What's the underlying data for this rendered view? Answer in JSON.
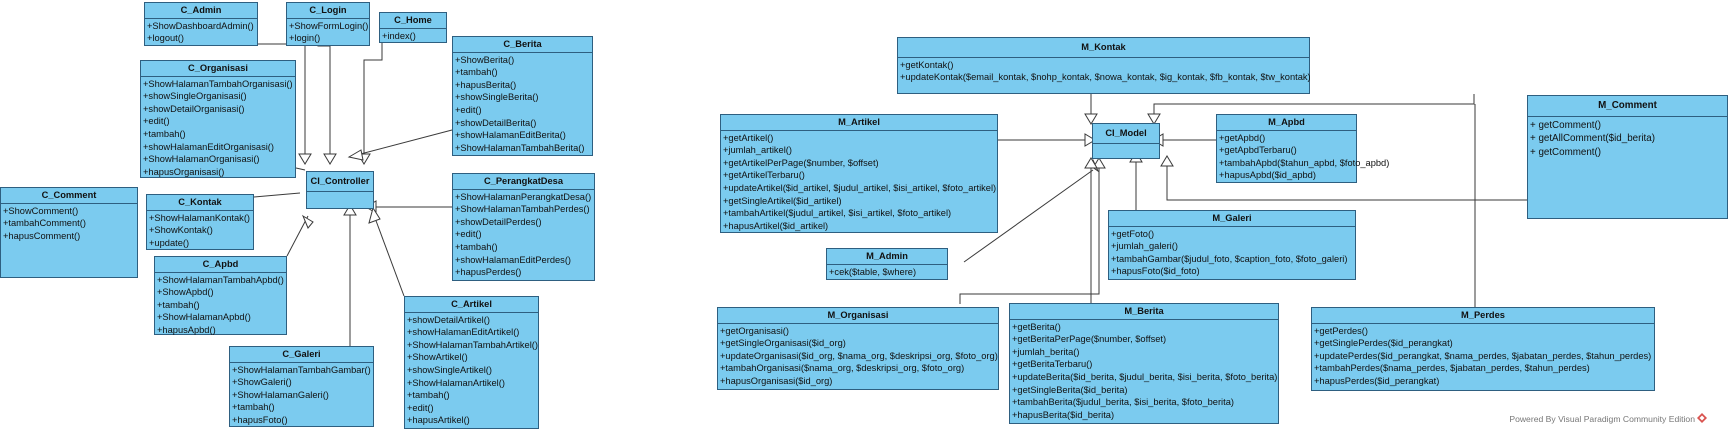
{
  "classes": {
    "c_admin": {
      "name": "C_Admin",
      "ops": [
        "+ShowDashboardAdmin()",
        "+logout()"
      ]
    },
    "c_login": {
      "name": "C_Login",
      "ops": [
        "+ShowFormLogin()",
        "+login()"
      ]
    },
    "c_home": {
      "name": "C_Home",
      "ops": [
        "+index()"
      ]
    },
    "c_berita": {
      "name": "C_Berita",
      "ops": [
        "+ShowBerita()",
        "+tambah()",
        "+hapusBerita()",
        "+showSingleBerita()",
        "+edit()",
        "+showDetailBerita()",
        "+showHalamanEditBerita()",
        "+ShowHalamanTambahBerita()"
      ]
    },
    "c_organisasi": {
      "name": "C_Organisasi",
      "ops": [
        "+ShowHalamanTambahOrganisasi()",
        "+showSingleOrganisasi()",
        "+showDetailOrganisasi()",
        "+edit()",
        "+tambah()",
        "+showHalamanEditOrganisasi()",
        "+ShowHalamanOrganisasi()",
        "+hapusOrganisasi()"
      ]
    },
    "ci_controller": {
      "name": "CI_Controller",
      "ops": []
    },
    "c_comment": {
      "name": "C_Comment",
      "ops": [
        "+ShowComment()",
        "+tambahComment()",
        "+hapusComment()"
      ]
    },
    "c_kontak": {
      "name": "C_Kontak",
      "ops": [
        "+ShowHalamanKontak()",
        "+ShowKontak()",
        "+update()"
      ]
    },
    "c_perangkatdesa": {
      "name": "C_PerangkatDesa",
      "ops": [
        "+ShowHalamanPerangkatDesa()",
        "+ShowHalamanTambahPerdes()",
        "+showDetailPerdes()",
        "+edit()",
        "+tambah()",
        "+showHalamanEditPerdes()",
        "+hapusPerdes()"
      ]
    },
    "c_apbd": {
      "name": "C_Apbd",
      "ops": [
        "+ShowHalamanTambahApbd()",
        "+ShowApbd()",
        "+tambah()",
        "+ShowHalamanApbd()",
        "+hapusApbd()"
      ]
    },
    "c_artikel": {
      "name": "C_Artikel",
      "ops": [
        "+showDetailArtikel()",
        "+showHalamanEditArtikel()",
        "+ShowHalamanTambahArtikel()",
        "+ShowArtikel()",
        "+showSingleArtikel()",
        "+ShowHalamanArtikel()",
        "+tambah()",
        "+edit()",
        "+hapusArtikel()"
      ]
    },
    "c_galeri": {
      "name": "C_Galeri",
      "ops": [
        "+ShowHalamanTambahGambar()",
        "+ShowGaleri()",
        "+ShowHalamanGaleri()",
        "+tambah()",
        "+hapusFoto()"
      ]
    },
    "m_kontak": {
      "name": "M_Kontak",
      "ops": [
        "+getKontak()",
        "+updateKontak($email_kontak, $nohp_kontak, $nowa_kontak, $ig_kontak, $fb_kontak, $tw_kontak)"
      ]
    },
    "m_comment": {
      "name": "M_Comment",
      "ops": [
        "+ getComment()",
        "+ getAllComment($id_berita)",
        "+ getComment()"
      ]
    },
    "m_artikel": {
      "name": "M_Artikel",
      "ops": [
        "+getArtikel()",
        "+jumlah_artikel()",
        "+getArtikelPerPage($number, $offset)",
        "+getArtikelTerbaru()",
        "+updateArtikel($id_artikel, $judul_artikel, $isi_artikel, $foto_artikel)",
        "+getSingleArtikel($id_artikel)",
        "+tambahArtikel($judul_artikel, $isi_artikel, $foto_artikel)",
        "+hapusArtikel($id_artikel)"
      ]
    },
    "ci_model": {
      "name": "CI_Model",
      "ops": []
    },
    "m_apbd": {
      "name": "M_Apbd",
      "ops": [
        "+getApbd()",
        "+getApbdTerbaru()",
        "+tambahApbd($tahun_apbd, $foto_apbd)",
        "+hapusApbd($id_apbd)"
      ]
    },
    "m_galeri": {
      "name": "M_Galeri",
      "ops": [
        "+getFoto()",
        "+jumlah_galeri()",
        "+tambahGambar($judul_foto, $caption_foto, $foto_galeri)",
        "+hapusFoto($id_foto)"
      ]
    },
    "m_admin": {
      "name": "M_Admin",
      "ops": [
        "+cek($table, $where)"
      ]
    },
    "m_organisasi": {
      "name": "M_Organisasi",
      "ops": [
        "+getOrganisasi()",
        "+getSingleOrganisasi($id_org)",
        "+updateOrganisasi($id_org, $nama_org, $deskripsi_org, $foto_org)",
        "+tambahOrganisasi($nama_org, $deskripsi_org, $foto_org)",
        "+hapusOrganisasi($id_org)"
      ]
    },
    "m_berita": {
      "name": "M_Berita",
      "ops": [
        "+getBerita()",
        "+getBeritaPerPage($number, $offset)",
        "+jumlah_berita()",
        "+getBeritaTerbaru()",
        "+updateBerita($id_berita, $judul_berita, $isi_berita, $foto_berita)",
        "+getSingleBerita($id_berita)",
        "+tambahBerita($judul_berita, $isi_berita, $foto_berita)",
        "+hapusBerita($id_berita)"
      ]
    },
    "m_perdes": {
      "name": "M_Perdes",
      "ops": [
        "+getPerdes()",
        "+getSinglePerdes($id_perangkat)",
        "+updatePerdes($id_perangkat, $nama_perdes, $jabatan_perdes, $tahun_perdes)",
        "+tambahPerdes($nama_perdes, $jabatan_perdes, $tahun_perdes)",
        "+hapusPerdes($id_perangkat)"
      ]
    }
  },
  "watermark": "Powered By  Visual Paradigm Community Edition",
  "colors": {
    "class_fill": "#7bcbef",
    "class_border": "#2e5f80",
    "line": "#333333",
    "watermark_icon": "#d9534f"
  }
}
